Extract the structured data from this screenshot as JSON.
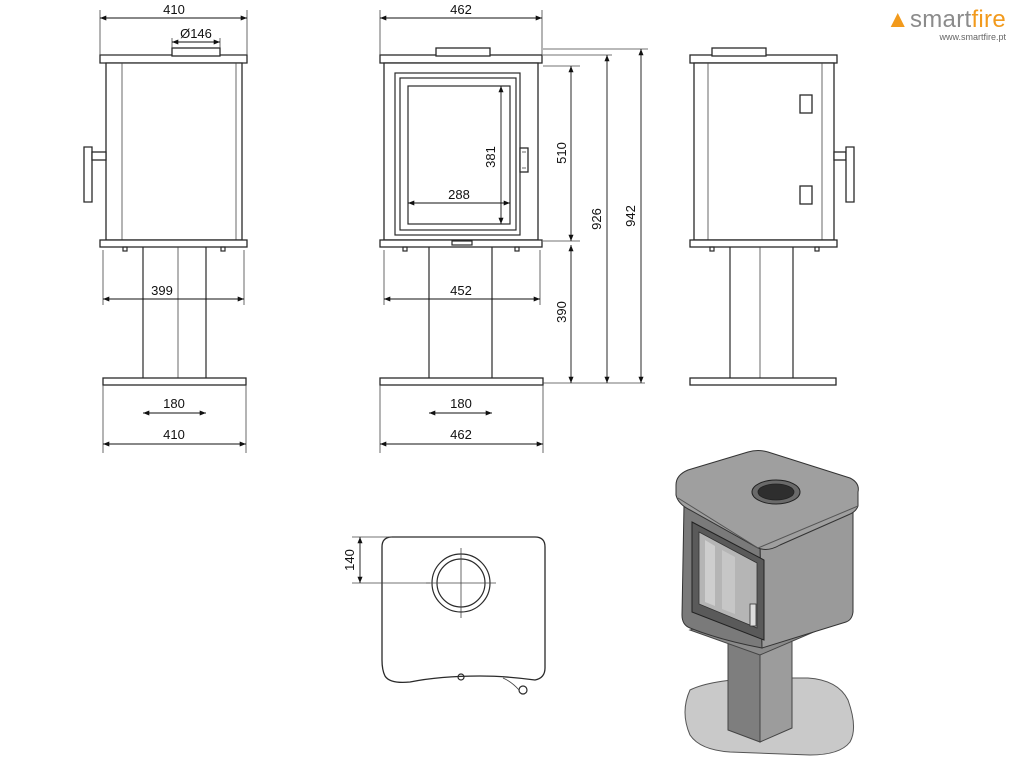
{
  "logo": {
    "brand_prefix": "smart",
    "brand_suffix": "fire",
    "website": "www.smartfire.pt"
  },
  "dimensions": {
    "side_top_width": "410",
    "flue_diameter": "Ø146",
    "side_body_width": "399",
    "side_pedestal_width": "180",
    "side_base_width": "410",
    "front_top_width": "462",
    "front_glass_height": "381",
    "front_glass_width": "288",
    "front_body_width": "452",
    "front_pedestal_width": "180",
    "front_base_width": "462",
    "door_height": "510",
    "pedestal_height": "390",
    "total_height_flue": "926",
    "total_height": "942",
    "flue_offset": "140"
  },
  "colors": {
    "logo_flame": "#f29a1c",
    "logo_text": "#8b8b8b",
    "line": "#2a2a2a"
  }
}
